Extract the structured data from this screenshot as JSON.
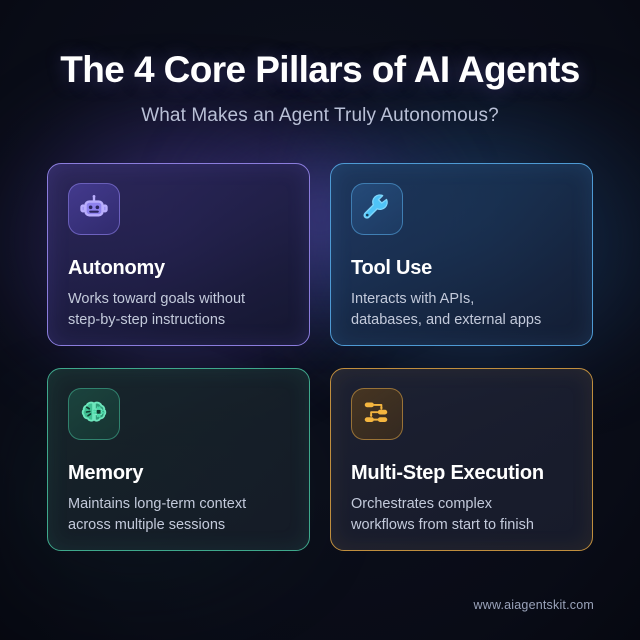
{
  "header": {
    "title": "The 4 Core Pillars of AI Agents",
    "subtitle": "What Makes an Agent Truly Autonomous?"
  },
  "cards": [
    {
      "id": "autonomy",
      "icon": "robot-icon",
      "title": "Autonomy",
      "description": "Works toward goals without\nstep-by-step instructions",
      "accent": "#8b7ddd"
    },
    {
      "id": "tool-use",
      "icon": "wrench-icon",
      "title": "Tool Use",
      "description": "Interacts with APIs,\ndatabases, and external apps",
      "accent": "#4e9ad4"
    },
    {
      "id": "memory",
      "icon": "brain-chip-icon",
      "title": "Memory",
      "description": "Maintains long-term context\nacross multiple sessions",
      "accent": "#3fa88c"
    },
    {
      "id": "multi-step-execution",
      "icon": "workflow-icon",
      "title": "Multi-Step Execution",
      "description": "Orchestrates complex\nworkflows from start to finish",
      "accent": "#c08e3e"
    }
  ],
  "footer": {
    "url": "www.aiagentskit.com"
  },
  "colors": {
    "background": "#0b0e1a",
    "title_text": "#ffffff",
    "subtitle_text": "#b9c0d6",
    "body_text": "#c3cadb",
    "footer_text": "#9aa3ba"
  }
}
